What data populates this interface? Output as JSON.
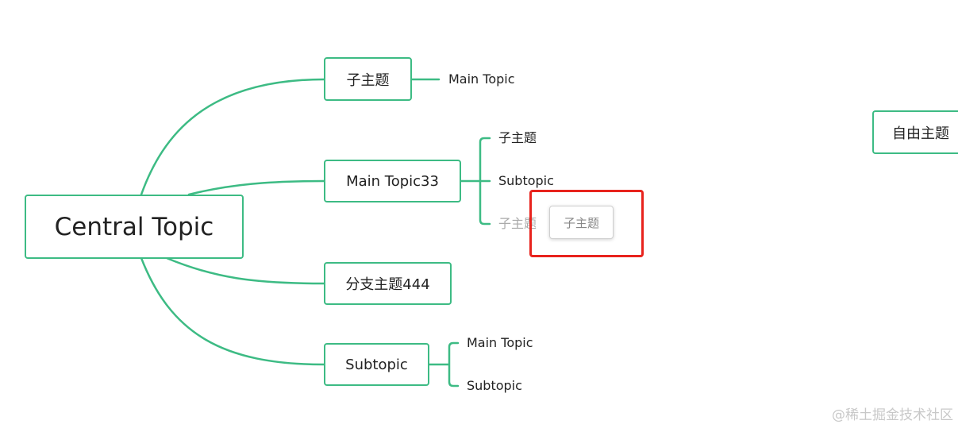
{
  "map": {
    "central_topic": "Central Topic",
    "branches": [
      {
        "label": "子主题",
        "children": [
          "Main Topic"
        ]
      },
      {
        "label": "Main Topic33",
        "children": [
          "子主题",
          "Subtopic",
          "子主题"
        ]
      },
      {
        "label": "分支主题444",
        "children": []
      },
      {
        "label": "Subtopic",
        "children": [
          "Main Topic",
          "Subtopic"
        ]
      }
    ],
    "floating_topic": "自由主题",
    "dragging_topic": "子主题"
  },
  "colors": {
    "connector": "#3dbb84",
    "node_border": "#3dbb84",
    "highlight": "#e8231d"
  },
  "watermark": "@稀土掘金技术社区"
}
